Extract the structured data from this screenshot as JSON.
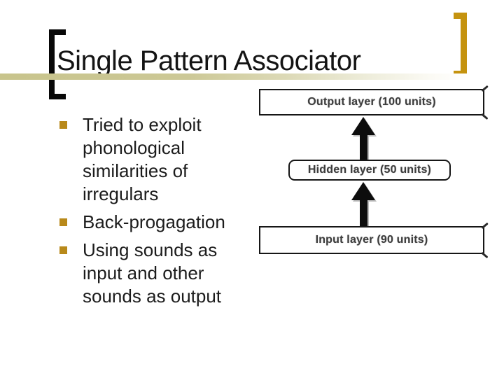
{
  "slide_title": "Single Pattern Associator",
  "bullets": [
    "Tried to exploit phonological similarities of irregulars",
    "Back-progagation",
    "Using sounds as input and other sounds as output"
  ],
  "diagram": {
    "output_layer": "Output layer (100 units)",
    "hidden_layer": "Hidden layer (50 units)",
    "input_layer": "Input layer (90 units)"
  },
  "colors": {
    "accent_gold": "#c5930f",
    "bullet_gold": "#b8891a",
    "underline_tan": "#ccc896",
    "text_dark": "#1c1c1c"
  }
}
